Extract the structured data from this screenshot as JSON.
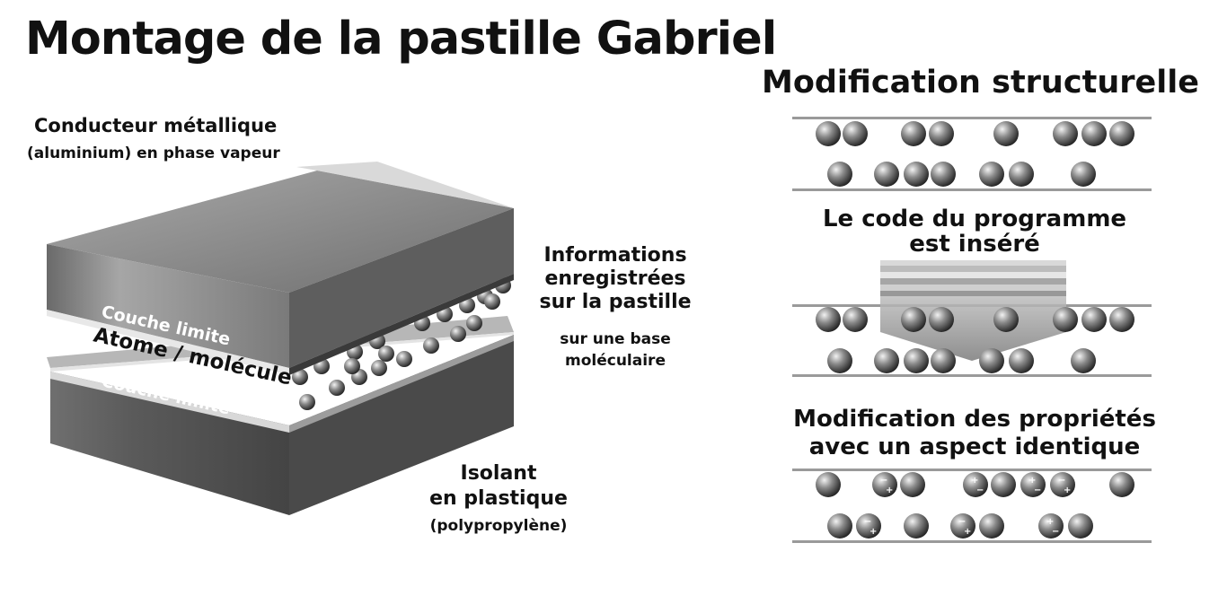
{
  "title": "Montage de la pastille Gabriel",
  "left_diagram": {
    "conductor_line1": "Conducteur métallique",
    "conductor_line2": "(aluminium) en phase vapeur",
    "layer_upper": "Couche limite",
    "layer_middle": "Atome / molécule",
    "layer_lower": "Couche limite",
    "info_lines": [
      "Informations",
      "enregistrées",
      "sur la pastille"
    ],
    "info_sub_lines": [
      "sur une base",
      "moléculaire"
    ],
    "insulator_lines": [
      "Isolant",
      "en plastique"
    ],
    "insulator_sub": "(polypropylène)"
  },
  "right_diagram": {
    "title": "Modification structurelle",
    "code_lines": [
      "Le code du programme",
      "est inséré"
    ],
    "modprop_lines": [
      "Modification des propriétés",
      "avec un aspect identique"
    ]
  }
}
